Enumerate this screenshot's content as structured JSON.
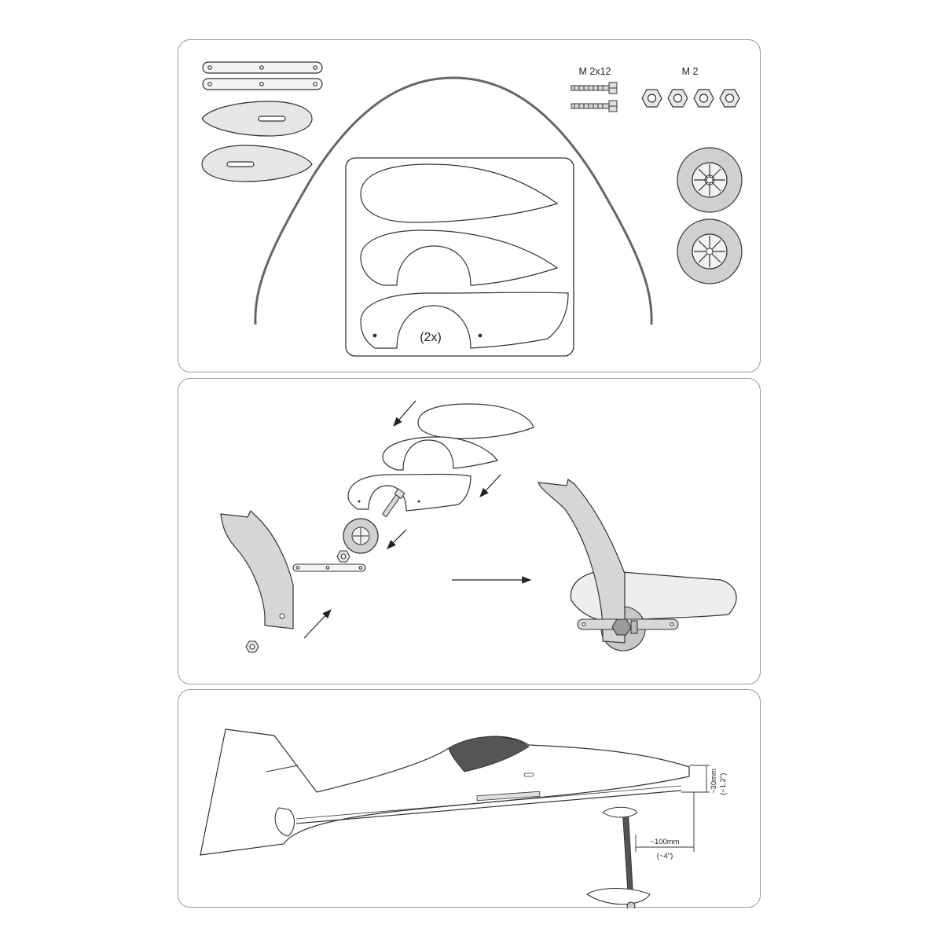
{
  "panels": {
    "parts": {
      "screw_label": "M 2x12",
      "nut_label": "M 2",
      "quantity_label": "(2x)"
    },
    "assembly": {},
    "installation": {
      "dim_vertical_mm": "~30mm",
      "dim_vertical_in": "(~1.2\")",
      "dim_horizontal_mm": "~100mm",
      "dim_horizontal_in": "(~4\")"
    }
  },
  "colors": {
    "outline": "#333333",
    "part_fill": "#e6e6e6",
    "frame_line": "#666666",
    "canopy": "#555555"
  },
  "icons": [
    "screw-icon",
    "hex-nut-icon",
    "wheel-icon",
    "arrow-icon"
  ]
}
